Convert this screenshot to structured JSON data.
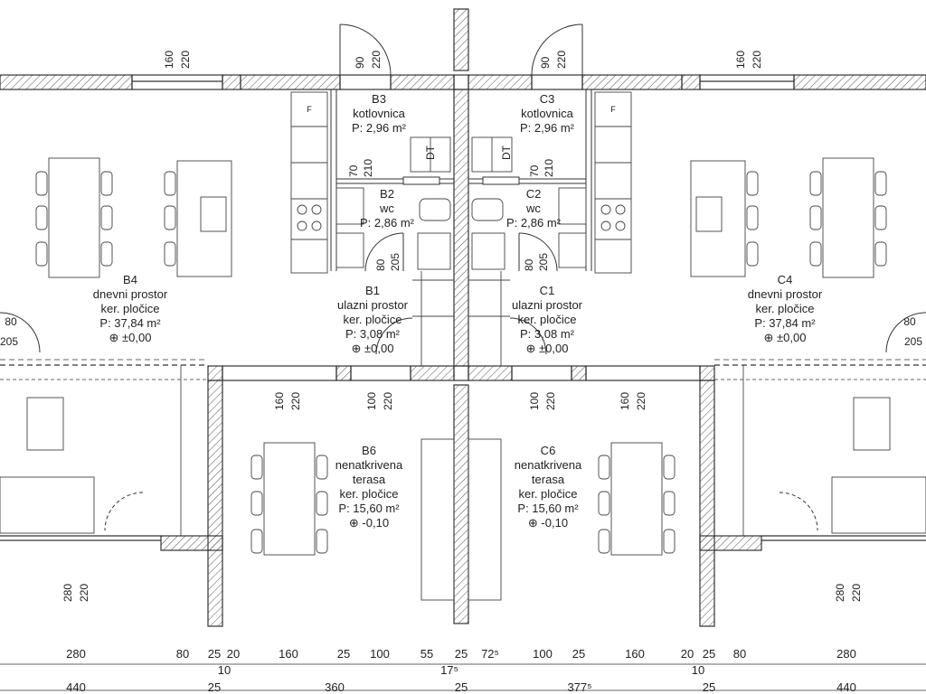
{
  "rooms": {
    "b3": {
      "code": "B3",
      "name": "kotlovnica",
      "area": "P: 2,96 m²"
    },
    "c3": {
      "code": "C3",
      "name": "kotlovnica",
      "area": "P: 2,96 m²"
    },
    "b2": {
      "code": "B2",
      "name": "wc",
      "area": "P: 2,86 m²"
    },
    "c2": {
      "code": "C2",
      "name": "wc",
      "area": "P: 2,86 m²"
    },
    "b1": {
      "code": "B1",
      "name": "ulazni prostor",
      "floor": "ker. pločice",
      "area": "P: 3,08 m²",
      "level": "⊕ ±0,00"
    },
    "c1": {
      "code": "C1",
      "name": "ulazni prostor",
      "floor": "ker. pločice",
      "area": "P: 3,08 m²",
      "level": "⊕ ±0,00"
    },
    "b4": {
      "code": "B4",
      "name": "dnevni prostor",
      "floor": "ker. pločice",
      "area": "P: 37,84 m²",
      "level": "⊕ ±0,00"
    },
    "c4": {
      "code": "C4",
      "name": "dnevni prostor",
      "floor": "ker. pločice",
      "area": "P: 37,84 m²",
      "level": "⊕ ±0,00"
    },
    "b6": {
      "code": "B6",
      "name1": "nenatkrivena",
      "name2": "terasa",
      "floor": "ker. pločice",
      "area": "P: 15,60 m²",
      "level": "⊕ -0,10"
    },
    "c6": {
      "code": "C6",
      "name1": "nenatkrivena",
      "name2": "terasa",
      "floor": "ker. pločice",
      "area": "P: 15,60 m²",
      "level": "⊕ -0,10"
    }
  },
  "fixtures": {
    "dt": "DT",
    "fridge": "F"
  },
  "openings": {
    "w_160": "160",
    "w_220": "220",
    "d_90": "90",
    "d_80": "80",
    "d_205": "205",
    "w_70": "70",
    "w_210": "210",
    "d_100": "100",
    "w_280": "280"
  },
  "dims_row1": [
    "280",
    "80",
    "25",
    "20",
    "160",
    "25",
    "100",
    "55",
    "25",
    "72⁵",
    "100",
    "25",
    "160",
    "20",
    "25",
    "80",
    "280"
  ],
  "dims_row1_sub": [
    "10",
    "17⁵",
    "10"
  ],
  "dims_row2": [
    "440",
    "25",
    "360",
    "25",
    "377⁵",
    "25",
    "440"
  ]
}
